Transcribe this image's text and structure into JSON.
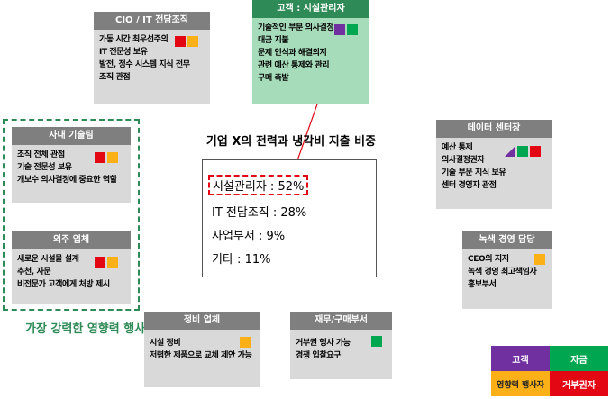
{
  "title": "기업 X의 전력과 냉각비 지출 비중",
  "shares": [
    {
      "label": "시설관리자 : 52%"
    },
    {
      "label": "IT 전담조직 : 28%"
    },
    {
      "label": "사업부서 : 9%"
    },
    {
      "label": "기타 : 11%"
    }
  ],
  "group_label": "가장 강력한 영향력 행사",
  "colors": {
    "customer": "#7030a0",
    "funding": "#00a650",
    "influencer": "#fbb017",
    "veto": "#e30613",
    "accent_green": "#2e8b57"
  },
  "cards": {
    "cio": {
      "title": "CIO / IT 전담조직",
      "lines": [
        "가동 시간 최우선주의",
        "IT 전문성 보유",
        "발전, 정수 시스템 지식 전무",
        "조직 관점"
      ],
      "chips": [
        "red",
        "yellow"
      ]
    },
    "customer": {
      "title": "고객 : 시설관리자",
      "lines": [
        "기술적인 부분 의사결정",
        "대금 지불",
        "문제 인식과 해결의지",
        "관련 예산 통제와 관리",
        "구매 촉발"
      ],
      "chips": [
        "purple",
        "green"
      ]
    },
    "internal": {
      "title": "사내 기술팀",
      "lines": [
        "조직 전체 관점",
        "기술 전문성 보유",
        "개보수 의사결정에 중요한 역할"
      ],
      "chips": [
        "red",
        "yellow"
      ]
    },
    "outsourcing": {
      "title": "외주 업체",
      "lines": [
        "새로운 시설물 설계",
        "추천, 자문",
        "비전문가 고객에게 처방 제시"
      ],
      "chips": [
        "red",
        "yellow"
      ]
    },
    "datacenter": {
      "title": "데이터 센터장",
      "lines": [
        "예산 통제",
        "의사결정권자",
        "기술 부문 지식 보유",
        "센터 경영자 관점"
      ],
      "chips": [
        "purple",
        "green",
        "red"
      ]
    },
    "green": {
      "title": "녹색 경영 담당",
      "lines": [
        "CEO의 지지",
        "녹색 경영 최고책임자",
        "홍보부서"
      ],
      "chips": [
        "yellow"
      ]
    },
    "maintenance": {
      "title": "정비 업체",
      "lines": [
        "시설 정비",
        "저렴한 제품으로 교체 제안 가능"
      ],
      "chips": [
        "yellow"
      ]
    },
    "finance": {
      "title": "재무/구매부서",
      "lines": [
        "거부권 행사 가능",
        "경쟁 입찰요구"
      ],
      "chips": [
        "green"
      ]
    }
  },
  "legend": {
    "customer": "고객",
    "funding": "자금",
    "influencer": "영향력 행사자",
    "veto": "거부권자"
  }
}
